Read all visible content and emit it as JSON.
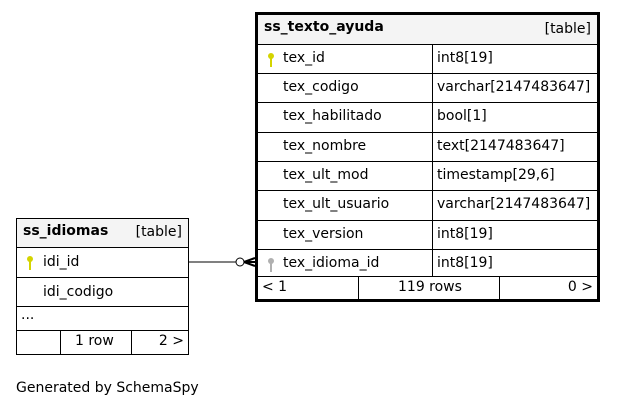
{
  "tables": [
    {
      "name": "ss_texto_ayuda",
      "type": "[table]",
      "columns": [
        {
          "name": "tex_id",
          "type": "int8[19]",
          "key": "primary"
        },
        {
          "name": "tex_codigo",
          "type": "varchar[2147483647]",
          "key": ""
        },
        {
          "name": "tex_habilitado",
          "type": "bool[1]",
          "key": ""
        },
        {
          "name": "tex_nombre",
          "type": "text[2147483647]",
          "key": ""
        },
        {
          "name": "tex_ult_mod",
          "type": "timestamp[29,6]",
          "key": ""
        },
        {
          "name": "tex_ult_usuario",
          "type": "varchar[2147483647]",
          "key": ""
        },
        {
          "name": "tex_version",
          "type": "int8[19]",
          "key": ""
        },
        {
          "name": "tex_idioma_id",
          "type": "int8[19]",
          "key": "foreign"
        }
      ],
      "footer": {
        "left": "< 1",
        "mid": "119 rows",
        "right": "0 >"
      }
    },
    {
      "name": "ss_idiomas",
      "type": "[table]",
      "columns": [
        {
          "name": "idi_id",
          "key": "primary"
        },
        {
          "name": "idi_codigo",
          "key": ""
        }
      ],
      "more": "...",
      "footer": {
        "left": "",
        "mid": "1 row",
        "right": "2 >"
      }
    }
  ],
  "colors": {
    "primary_key": "#d4d400",
    "foreign_key": "#b0b0b0",
    "header_bg": "#f4f4f4"
  },
  "generated_by": "Generated by SchemaSpy"
}
